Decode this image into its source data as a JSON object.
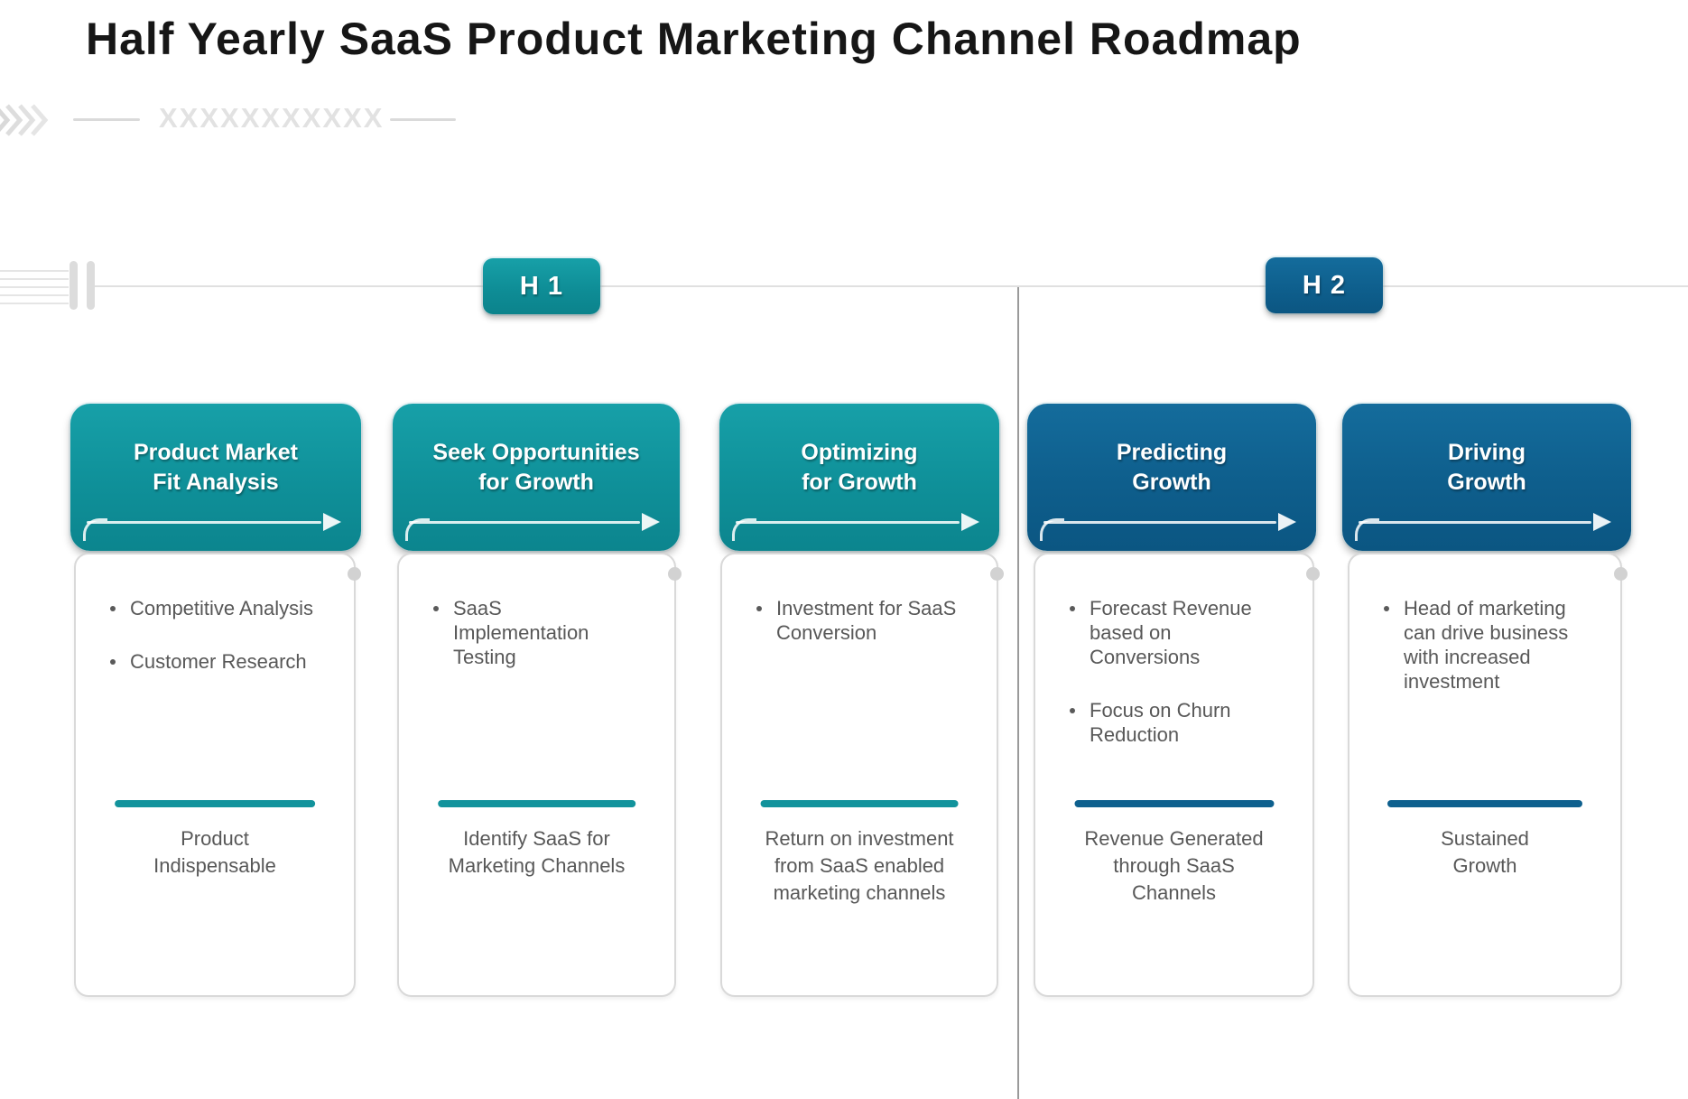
{
  "title": "Half Yearly SaaS Product Marketing Channel Roadmap",
  "decor": {
    "x_placeholder": "XXXXXXXXXXX"
  },
  "timeline": {
    "h1_label": "H 1",
    "h2_label": "H 2"
  },
  "colors": {
    "teal": "#12939c",
    "blue": "#0e608e",
    "timeline_gray": "#e0e0e0",
    "section_divider_gray": "#9a9a9a",
    "body_text_gray": "#585858"
  },
  "cards": [
    {
      "half": "H1",
      "theme": "teal",
      "title_line1": "Product Market",
      "title_line2": "Fit Analysis",
      "bullets": [
        "Competitive Analysis",
        "Customer Research"
      ],
      "outcome": "Product Indispensable"
    },
    {
      "half": "H1",
      "theme": "teal",
      "title_line1": "Seek Opportunities",
      "title_line2": "for Growth",
      "bullets": [
        "SaaS Implementation Testing"
      ],
      "outcome": "Identify SaaS for Marketing Channels"
    },
    {
      "half": "H1",
      "theme": "teal",
      "title_line1": "Optimizing",
      "title_line2": "for Growth",
      "bullets": [
        "Investment for SaaS Conversion"
      ],
      "outcome": "Return on investment from SaaS enabled marketing channels"
    },
    {
      "half": "H2",
      "theme": "blue",
      "title_line1": "Predicting",
      "title_line2": "Growth",
      "bullets": [
        "Forecast Revenue based on Conversions",
        "Focus on Churn Reduction"
      ],
      "outcome": "Revenue Generated through SaaS Channels"
    },
    {
      "half": "H2",
      "theme": "blue",
      "title_line1": "Driving",
      "title_line2": "Growth",
      "bullets": [
        "Head of marketing can drive business with increased investment"
      ],
      "outcome": "Sustained Growth"
    }
  ]
}
